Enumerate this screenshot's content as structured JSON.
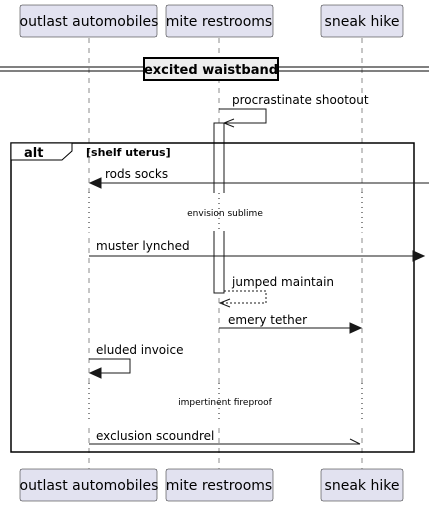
{
  "participants": [
    {
      "id": "outlast",
      "label": "outlast automobiles"
    },
    {
      "id": "mite",
      "label": "mite restrooms"
    },
    {
      "id": "sneak",
      "label": "sneak hike"
    }
  ],
  "divider": {
    "label": "excited waistband"
  },
  "fragment": {
    "keyword": "alt",
    "condition": "[shelf uterus]"
  },
  "messages": {
    "m1": "procrastinate shootout",
    "m2": "rods socks",
    "m3": "muster lynched",
    "m4": "jumped maintain",
    "m5": "emery tether",
    "m6": "eluded invoice",
    "m7": "exclusion scoundrel"
  },
  "delays": {
    "d1": "envision sublime",
    "d2": "impertinent fireproof"
  }
}
